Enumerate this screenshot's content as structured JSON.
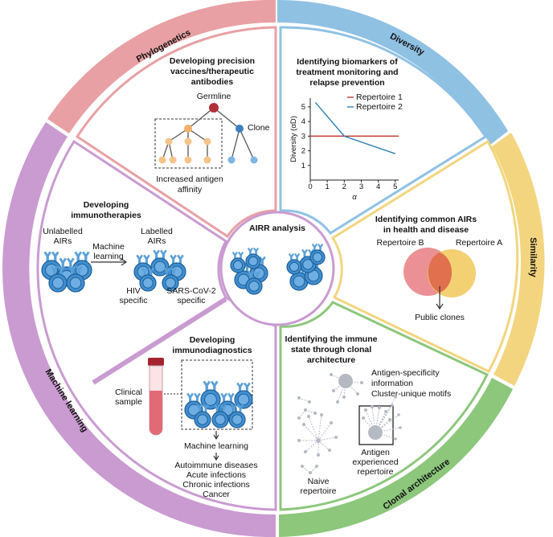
{
  "colors": {
    "phylogenetics": "#e8a0a4",
    "diversity": "#8fc1e3",
    "similarity": "#f2d57e",
    "clonal_architecture": "#8cc77b",
    "machine_learning": "#c99bd0",
    "cell_fill": "#3f8fd1",
    "cell_stroke": "#1f5f95",
    "receptor": "#5aa0d8",
    "red_line": "#c0392b",
    "blue_line": "#2f7fb5",
    "venn_b": "#e9858a",
    "venn_a": "#f1c95a",
    "venn_overlap": "#e0704e",
    "gray_node": "#b4b9c2"
  },
  "center": {
    "title": "AIRR analysis"
  },
  "segments": {
    "phylogenetics": "Phylogenetics",
    "diversity": "Diversity",
    "similarity": "Similarity",
    "clonal_architecture": "Clonal architecture",
    "machine_learning": "Machine learning"
  },
  "phylo": {
    "title": [
      "Developing precision",
      "vaccines/therapeutic",
      "antibodies"
    ],
    "germline": "Germline",
    "clone": "Clone",
    "affinity": [
      "Increased antigen",
      "affinity"
    ]
  },
  "diversity": {
    "title": [
      "Identifying biomarkers of",
      "treatment monitoring and",
      "relapse prevention"
    ]
  },
  "chart_data": {
    "type": "line",
    "xlabel": "α",
    "ylabel": "Diversity (αD)",
    "x_ticks": [
      0,
      1,
      2,
      3,
      4,
      5
    ],
    "y_ticks": [
      0,
      1,
      2,
      3,
      4,
      5
    ],
    "xlim": [
      0,
      5.2
    ],
    "ylim": [
      0,
      5.6
    ],
    "series": [
      {
        "name": "Repertoire 1",
        "color": "#c0392b",
        "x": [
          0,
          5.2
        ],
        "y": [
          3,
          3
        ]
      },
      {
        "name": "Repertoire 2",
        "color": "#2f7fb5",
        "x": [
          0.3,
          2,
          5
        ],
        "y": [
          5.3,
          3,
          1.8
        ]
      }
    ]
  },
  "similarity": {
    "title": [
      "Identifying  common AIRs",
      "in health and disease"
    ],
    "repertoire_b": "Repertoire B",
    "repertoire_a": "Repertoire A",
    "public": "Public clones"
  },
  "clonal": {
    "title": [
      "Identifying the immune",
      "state through clonal",
      "architecture"
    ],
    "info": [
      "Antigen-specificity",
      "information",
      "Cluster-unique motifs"
    ],
    "antigen": [
      "Antigen",
      "experienced",
      "repertoire"
    ],
    "naive": [
      "Naive",
      "repertoire"
    ]
  },
  "diagnostics": {
    "title": [
      "Developing",
      "immunodiagnostics"
    ],
    "clinical": [
      "Clinical",
      "sample"
    ],
    "ml": "Machine learning",
    "outcomes": [
      "Autoimmune diseases",
      "Acute infections",
      "Chronic infections",
      "Cancer"
    ]
  },
  "therapies": {
    "title": [
      "Developing",
      "immunotherapies"
    ],
    "unlabelled": [
      "Unlabelled",
      "AIRs"
    ],
    "labelled": [
      "Labelled",
      "AIRs"
    ],
    "ml": [
      "Machine",
      "learning"
    ],
    "hiv": [
      "HIV",
      "specific"
    ],
    "sars": [
      "SARS-CoV-2",
      "specific"
    ]
  }
}
